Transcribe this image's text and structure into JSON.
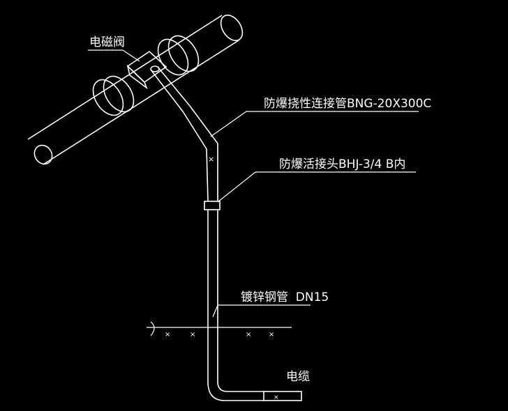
{
  "diagram": {
    "background": "#000000",
    "line_color": "#ffffff",
    "labels": {
      "solenoid_valve": "电磁阀",
      "flex_pipe": "防爆挠性连接管BNG-20X300C",
      "union": "防爆活接头BHJ-3/4 B内",
      "steel_pipe": "镀锌钢管  DN15",
      "cable": "电缆"
    }
  }
}
